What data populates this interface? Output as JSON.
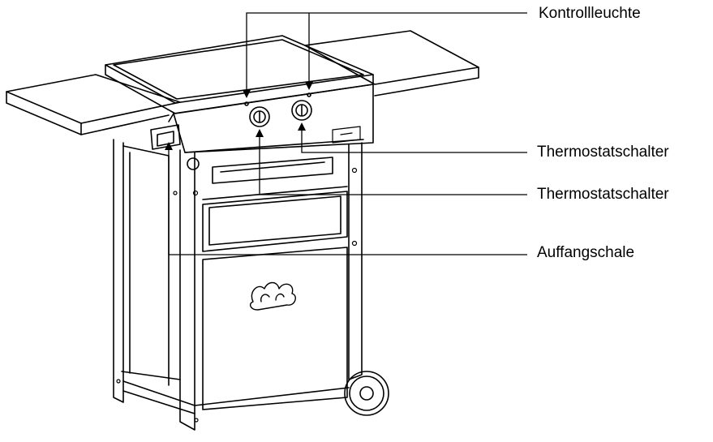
{
  "colors": {
    "line": "#000000",
    "background": "#ffffff"
  },
  "callouts": [
    {
      "id": "pilot-light",
      "label": "Kontrollleuchte"
    },
    {
      "id": "thermostat-switch-right",
      "label": "Thermostatschalter"
    },
    {
      "id": "thermostat-switch-left",
      "label": "Thermostatschalter"
    },
    {
      "id": "drip-tray",
      "label": "Auffangschale"
    }
  ]
}
